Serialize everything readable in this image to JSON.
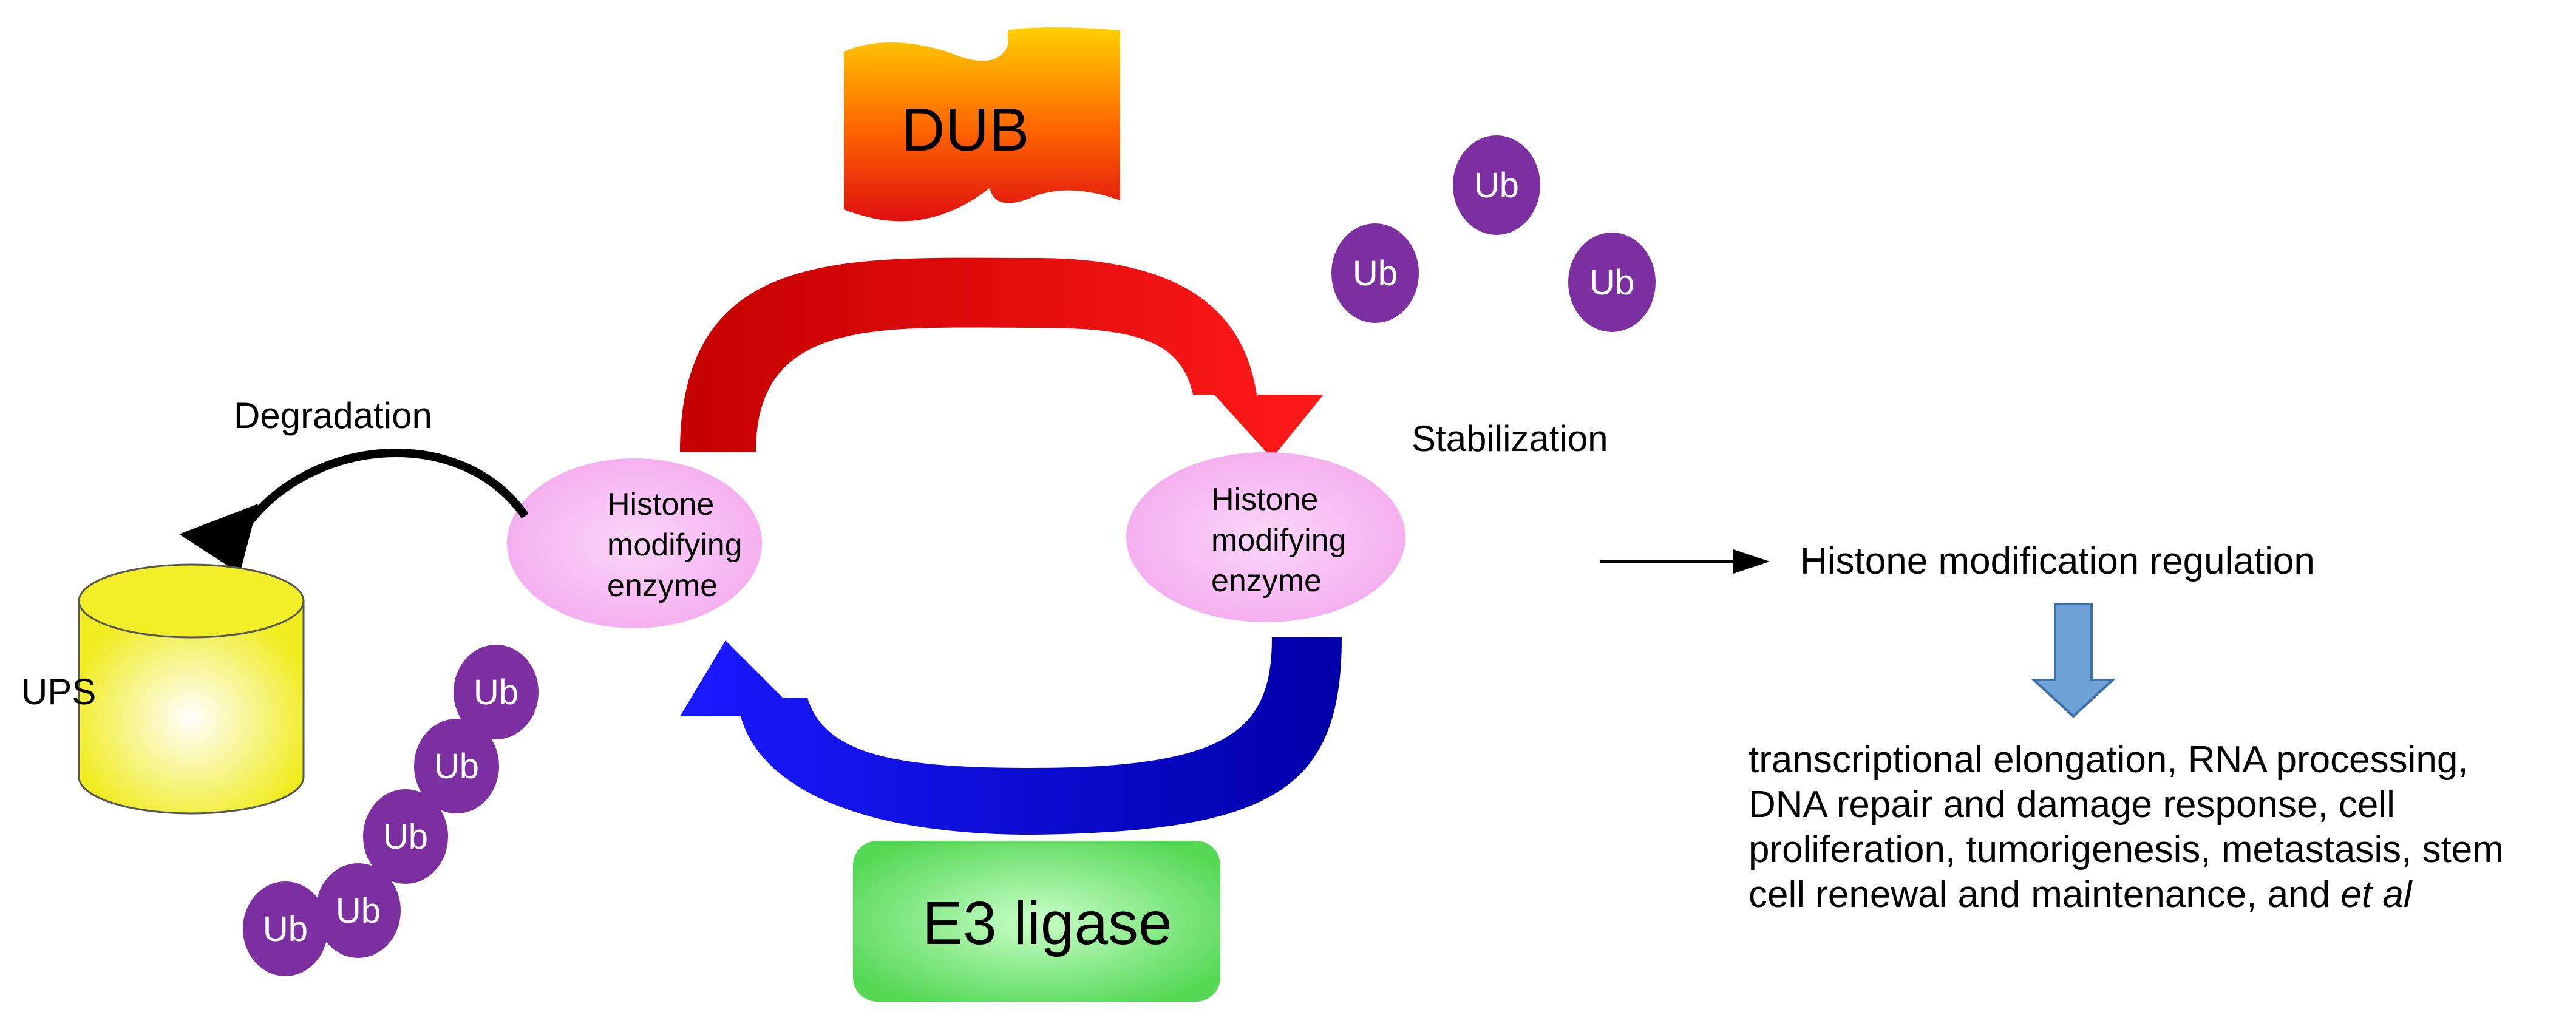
{
  "colors": {
    "ub_fill": "#7b2fa0",
    "enzyme_fill": "#f7b8f2",
    "dub_gradient": [
      "#ffd000",
      "#ff7a00",
      "#e01010"
    ],
    "e3_fill": "#66e066",
    "ups_fill": "#f2ef2a",
    "dub_arrow": "#e60000",
    "e3_arrow": "#0a0ae6",
    "down_arrow": "#6fa3d8"
  },
  "labels": {
    "dub": "DUB",
    "e3": "E3 ligase",
    "ups": "UPS",
    "degradation": "Degradation",
    "stabilization": "Stabilization",
    "enzyme_line1": "Histone",
    "enzyme_line2": "modifying",
    "enzyme_line3": "enzyme",
    "ub": "Ub",
    "regulation": "Histone modification regulation"
  },
  "outcomes": {
    "main": "transcriptional elongation, RNA processing, DNA repair and damage response, cell proliferation, tumorigenesis, metastasis, stem cell renewal and maintenance, and ",
    "etal": "et al"
  }
}
